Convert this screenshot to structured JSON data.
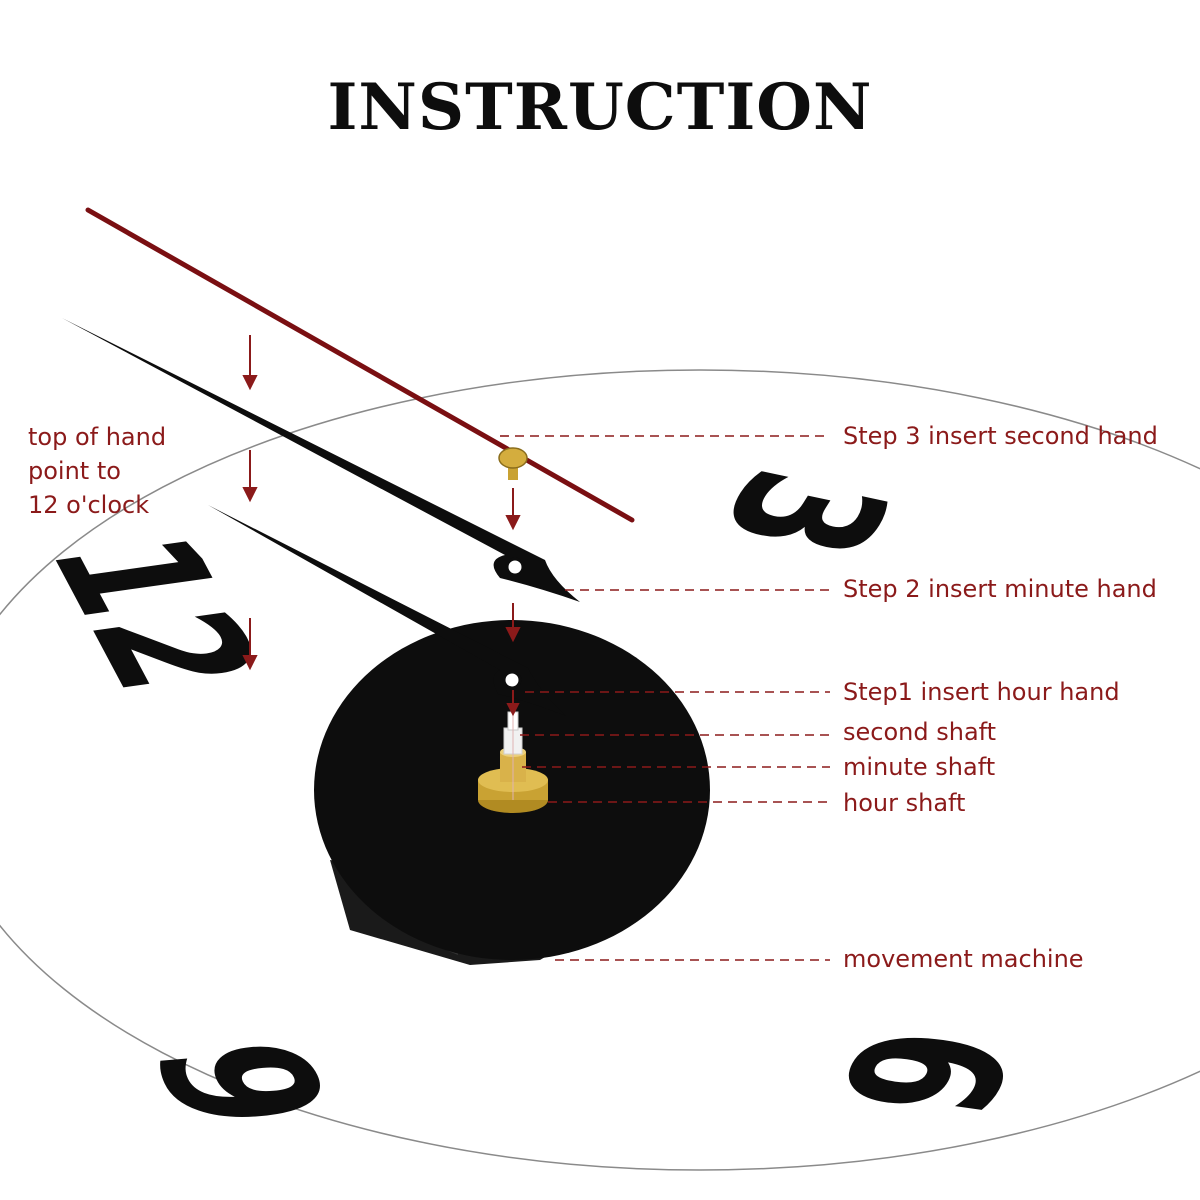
{
  "title": "INSTRUCTION",
  "note": {
    "line1": "top of hand",
    "line2": "point to",
    "line3": "12 o'clock"
  },
  "steps": {
    "second_hand": "Step 3 insert second hand",
    "minute_hand": "Step 2 insert minute hand",
    "hour_hand": "Step1 insert hour hand"
  },
  "parts": {
    "second_shaft": "second shaft",
    "minute_shaft": "minute shaft",
    "hour_shaft": "hour shaft",
    "movement": "movement machine"
  },
  "colors": {
    "accent": "#8b1a1a",
    "hands": "#0d0d0d",
    "brass": "#c9a233"
  }
}
